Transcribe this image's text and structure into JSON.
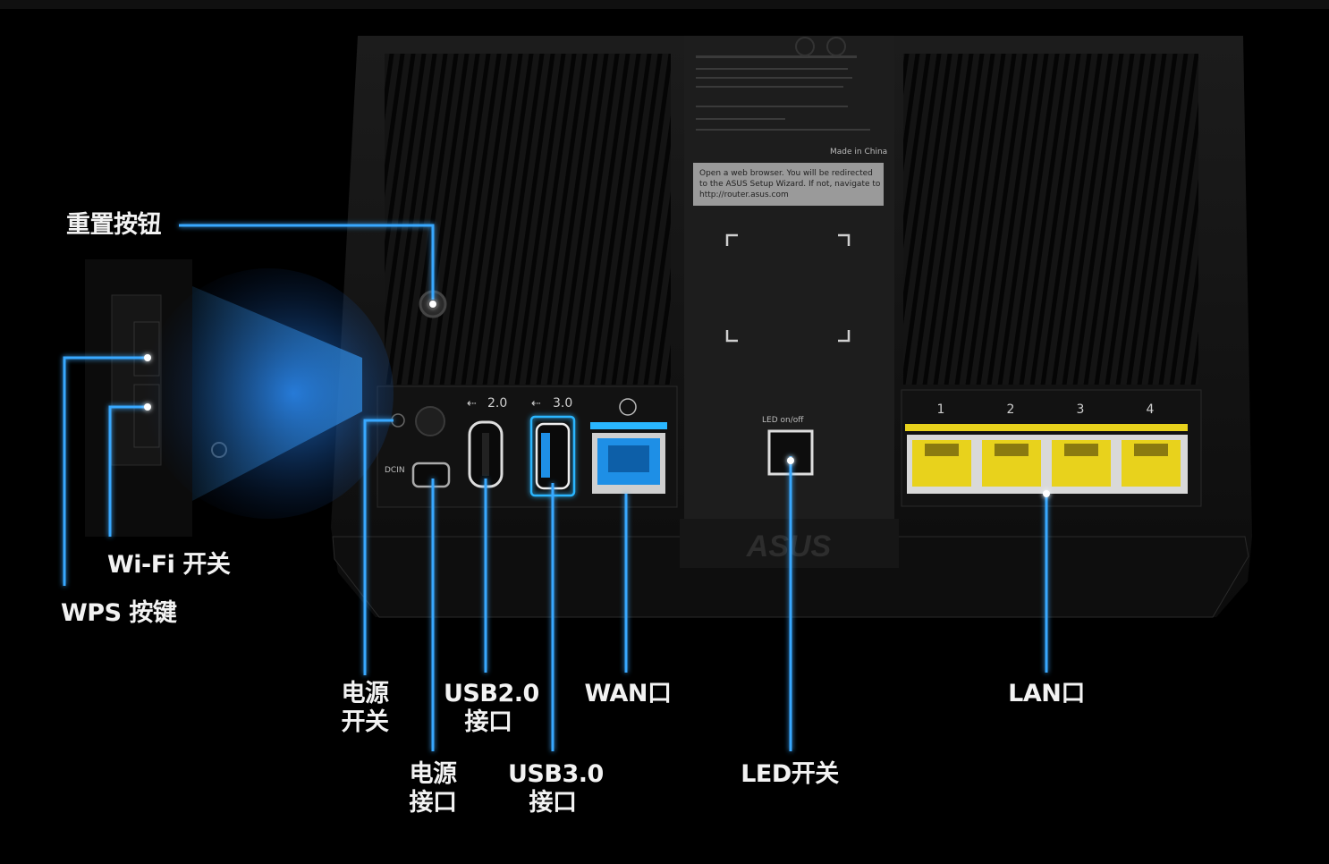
{
  "labels": {
    "reset_button": "重置按钮",
    "wifi_switch": "Wi-Fi 开关",
    "wps_button": "WPS 按键",
    "power_switch": [
      "电源",
      "开关"
    ],
    "power_port": [
      "电源",
      "接口"
    ],
    "usb2_port": [
      "USB2.0",
      "接口"
    ],
    "usb3_port": [
      "USB3.0",
      "接口"
    ],
    "wan_port": "WAN口",
    "led_switch": "LED开关",
    "lan_port": "LAN口"
  },
  "device": {
    "brand": "ASUS",
    "usb2_marking": "2.0",
    "usb3_marking": "3.0",
    "led_marking": "LED on/off",
    "dcin_marking": "DCIN",
    "lan_numbers": [
      "1",
      "2",
      "3",
      "4"
    ],
    "label_sticker": [
      "Open a web browser. You will be redirected",
      "to the ASUS Setup Wizard. If not, navigate to",
      "http://router.asus.com"
    ],
    "made_in": "Made in China"
  },
  "colors": {
    "background": "#000000",
    "glow": "#2f9bff",
    "lan_yellow": "#e8d21c",
    "wan_blue": "#1e8fe6",
    "device_body": "#161616"
  }
}
